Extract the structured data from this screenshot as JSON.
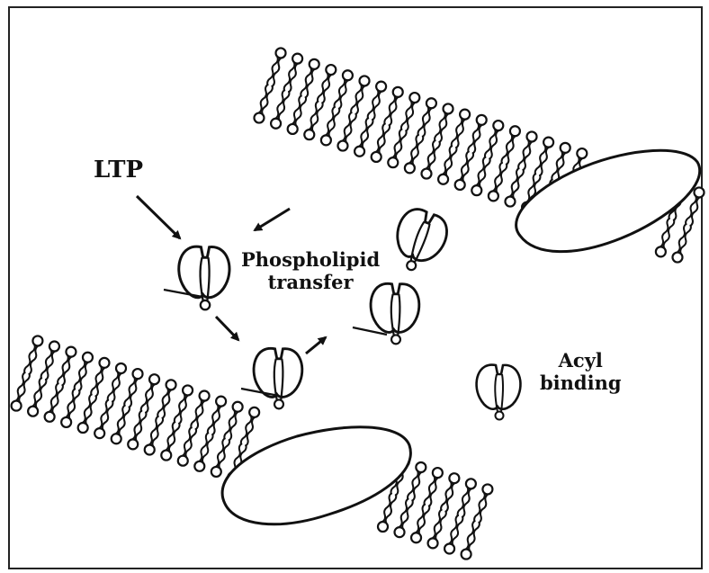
{
  "labels": {
    "ltp": "LTP",
    "phospholipid_line1": "Phospholipid",
    "phospholipid_line2": "transfer",
    "acyl_line1": "Acyl",
    "acyl_line2": "binding"
  },
  "colors": {
    "ink": "#111111",
    "background": "#ffffff",
    "border": "#222222"
  }
}
